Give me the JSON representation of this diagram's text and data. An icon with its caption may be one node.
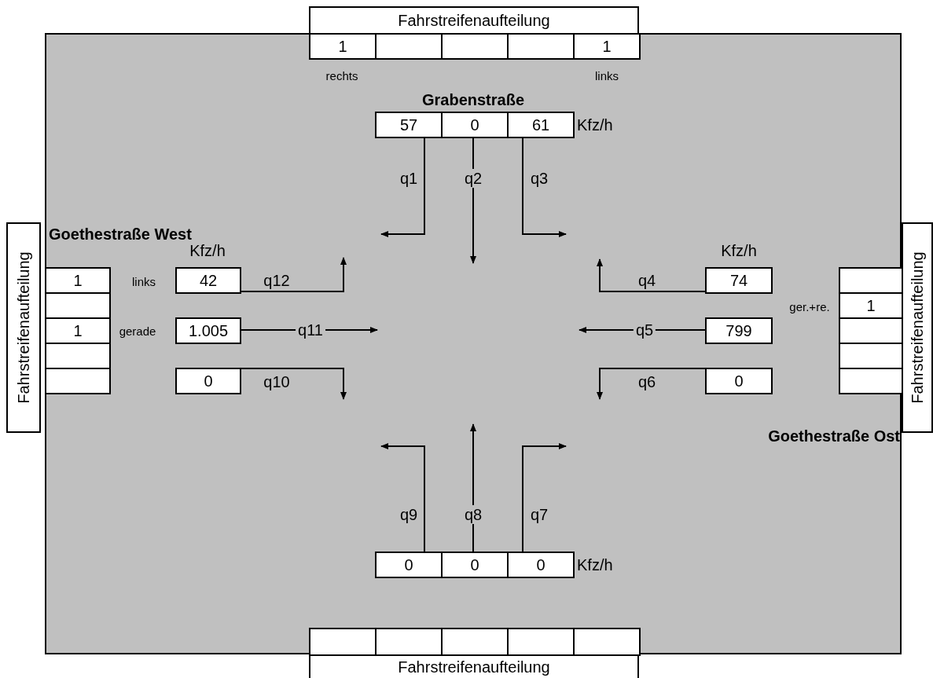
{
  "diagram": {
    "nodes": [
      {
        "text": [
          "Fahrstreifenaufteilung"
        ]
      },
      {
        "text": [
          "1"
        ]
      },
      {
        "text": [],
        "shape": "box"
      },
      {
        "text": [],
        "shape": "box"
      },
      {
        "text": [],
        "shape": "box"
      },
      {
        "text": [
          "1"
        ]
      },
      {
        "text": [
          "57"
        ]
      },
      {
        "text": [
          "0"
        ]
      },
      {
        "text": [
          "61"
        ],
        "beside": [
          "Kfz/h"
        ]
      },
      {
        "text": [
          "Fahrstreifenaufteilung"
        ]
      },
      {
        "text": [
          "1"
        ]
      },
      {
        "text": [],
        "shape": "box"
      },
      {
        "text": [
          "1"
        ]
      },
      {
        "text": [],
        "shape": "box"
      },
      {
        "text": [],
        "shape": "box"
      },
      {
        "text": [
          "42"
        ],
        "beside": [
          "Kfz/h"
        ]
      },
      {
        "text": [
          "1.005"
        ]
      },
      {
        "text": [
          "0"
        ]
      },
      {
        "text": [
          "74"
        ],
        "beside": [
          "Kfz/h"
        ]
      },
      {
        "text": [
          "799"
        ]
      },
      {
        "text": [
          "0"
        ]
      },
      {
        "text": [],
        "shape": "box"
      },
      {
        "text": [
          "1"
        ]
      },
      {
        "text": [],
        "shape": "box"
      },
      {
        "text": [],
        "shape": "box"
      },
      {
        "text": [],
        "shape": "box"
      },
      {
        "text": [
          "Fahrstreifenaufteilung"
        ]
      },
      {
        "text": [
          "0"
        ]
      },
      {
        "text": [
          "0"
        ]
      },
      {
        "text": [
          "0"
        ],
        "beside": [
          "Kfz/h"
        ]
      },
      {
        "text": [],
        "shape": "box"
      },
      {
        "text": [],
        "shape": "box"
      },
      {
        "text": [],
        "shape": "box"
      },
      {
        "text": [],
        "shape": "box"
      },
      {
        "text": [],
        "shape": "box"
      },
      {
        "text": [
          "Fahrstreifenaufteilung"
        ]
      }
    ],
    "edges": [
      {
        "from": 6,
        "to": null,
        "arrow": "to",
        "label": "q1"
      },
      {
        "from": 7,
        "to": null,
        "arrow": "to",
        "label": "q2"
      },
      {
        "from": 8,
        "to": null,
        "arrow": "to",
        "label": "q3"
      },
      {
        "from": 18,
        "to": null,
        "arrow": "to",
        "label": "q4"
      },
      {
        "from": 19,
        "to": null,
        "arrow": "to",
        "label": "q5"
      },
      {
        "from": 20,
        "to": null,
        "arrow": "to",
        "label": "q6"
      },
      {
        "from": 29,
        "to": null,
        "arrow": "to",
        "label": "q7"
      },
      {
        "from": 28,
        "to": null,
        "arrow": "to",
        "label": "q8"
      },
      {
        "from": 27,
        "to": null,
        "arrow": "to",
        "label": "q9"
      },
      {
        "from": 17,
        "to": null,
        "arrow": "to",
        "label": "q10"
      },
      {
        "from": 16,
        "to": null,
        "arrow": "to",
        "label": "q11"
      },
      {
        "from": 15,
        "to": null,
        "arrow": "to",
        "label": "q12"
      }
    ],
    "labels": [
      "rechts",
      "links",
      "Grabenstraße",
      "Goethestraße West",
      "links",
      "gerade",
      "ger.+re.",
      "Goethestraße Ost"
    ]
  }
}
